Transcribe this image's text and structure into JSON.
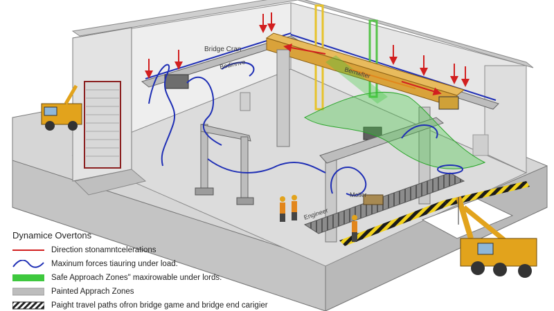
{
  "labels": {
    "bridge_crane": "Bridge Cran",
    "bridge_girder_left": "Bedinnve",
    "bridge_girder_right": "Bernwlter",
    "moller": "Moller",
    "engineer": "Engineer"
  },
  "legend": {
    "title": "Dynamice Overtons",
    "items": [
      {
        "label": "Direction stonamntcelerations",
        "swatch": "red-line-icon"
      },
      {
        "label": "Maxinum forces tiauring under load.",
        "swatch": "blue-wave-icon"
      },
      {
        "label": "Safe Approach Zones\" maxirowable under lords.",
        "swatch": "green-zone-icon"
      },
      {
        "label": "Painted Apprach Zones",
        "swatch": "gray-zone-icon"
      },
      {
        "label": "Paight travel paths ofron bridge game and bridge end carigier",
        "swatch": "hatch-path-icon"
      }
    ]
  },
  "colors": {
    "direction": "#d21f1f",
    "force": "#1f2fb5",
    "safe_zone": "#3ec83e",
    "painted_zone": "#bdbdbd",
    "girder": "#d9a23a",
    "machinery": "#e2a31c"
  }
}
